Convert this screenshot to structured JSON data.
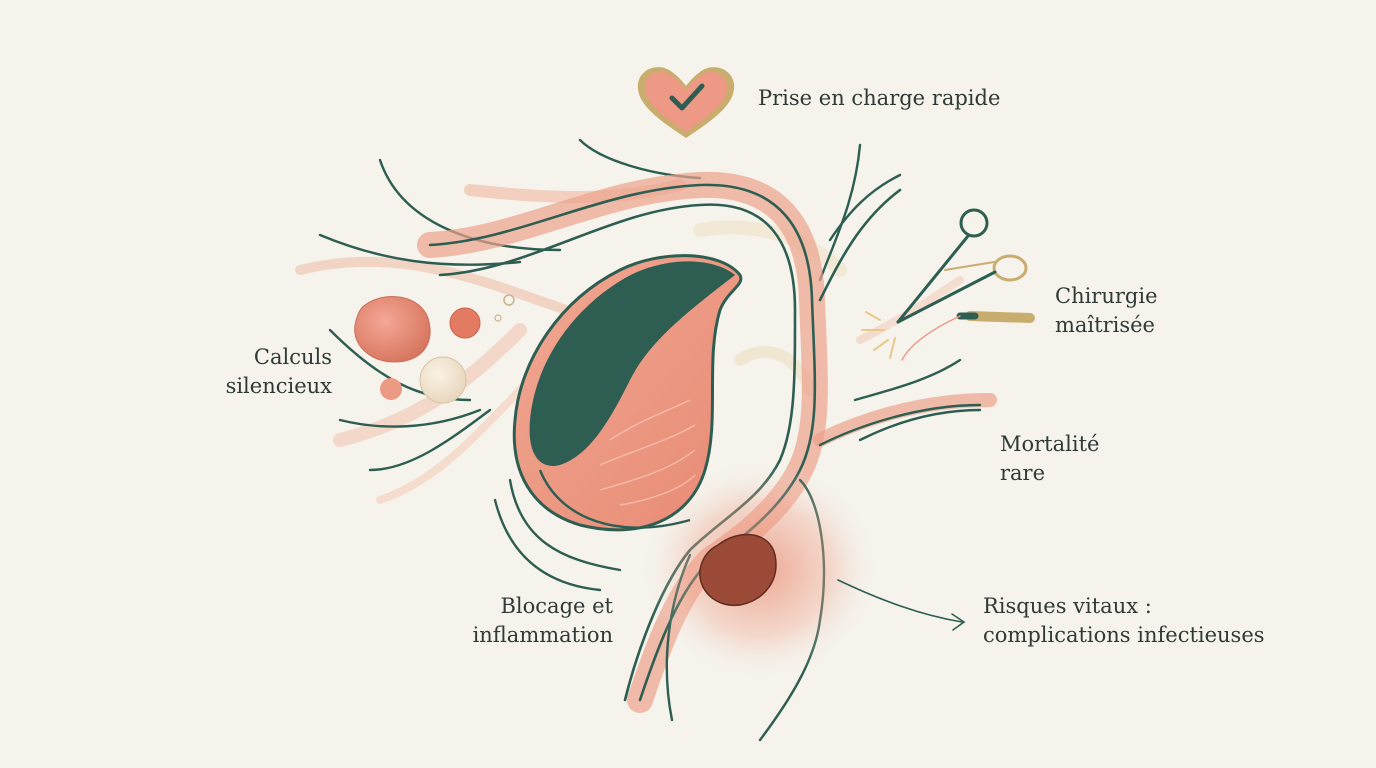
{
  "labels": {
    "rapid_care": "Prise en charge rapide",
    "surgery_line1": "Chirurgie",
    "surgery_line2": "maîtrisée",
    "stones_line1": "Calculs",
    "stones_line2": "silencieux",
    "mortality_line1": "Mortalité",
    "mortality_line2": "rare",
    "blockage_line1": "Blocage et",
    "blockage_line2": "inflammation",
    "risks_line1": "Risques vitaux :",
    "risks_line2": "complications infectieuses"
  },
  "icons": {
    "heart": "heart-check-icon",
    "surgery": "surgical-scissors-icon"
  },
  "colors": {
    "background": "#f5f3ec",
    "teal": "#2e5e52",
    "salmon": "#e8907a",
    "coral_light": "#f2b6a4",
    "gold": "#c9ad6e",
    "stone_dark": "#8a4030",
    "text": "#2f3a36"
  }
}
